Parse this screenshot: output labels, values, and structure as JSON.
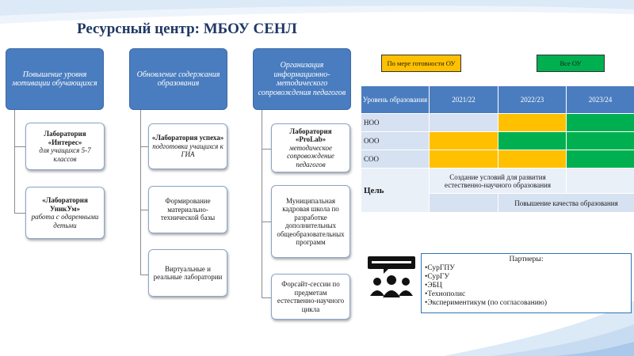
{
  "title": "Ресурсный центр: МБОУ СЕНЛ",
  "columns": [
    {
      "header": "Повышение уровня мотивации обучающихся",
      "items": [
        {
          "bold": "Лаборатория «Интерес»",
          "italic": "для учащихся 5-7 классов"
        },
        {
          "bold": "«Лаборатория УникУм»",
          "italic": "работа с одаренными детьми"
        }
      ]
    },
    {
      "header": "Обновление содержания образования",
      "items": [
        {
          "bold": "«Лаборатория успеха»",
          "italic": "подготовка учащихся к ГИА"
        },
        {
          "plain": "Формирование материально-технической базы"
        },
        {
          "plain": "Виртуальные и реальные лаборатории"
        }
      ]
    },
    {
      "header": "Организация информационно-методического сопровождения педагогов",
      "items": [
        {
          "bold": "Лаборатория «ProLab»",
          "italic": "методическое сопровождение педагогов"
        },
        {
          "plain": "Муниципальная кадровая школа по разработке дополнительных общеобразовательных программ"
        },
        {
          "plain": "Форсайт-сессии по предметам естественно-научного цикла"
        }
      ]
    }
  ],
  "legend": {
    "yellow_label": "По мере готовности ОУ",
    "green_label": "Все ОУ",
    "yellow_color": "#ffc000",
    "green_color": "#00b050"
  },
  "table": {
    "header_first": "Уровень образования",
    "years": [
      "2021/22",
      "2022/23",
      "2023/24"
    ],
    "rows": [
      {
        "label": "НОО",
        "cells": [
          "blue",
          "yellow",
          "green"
        ]
      },
      {
        "label": "ООО",
        "cells": [
          "yellow",
          "green",
          "green"
        ]
      },
      {
        "label": "СОО",
        "cells": [
          "yellow",
          "yellow",
          "green"
        ]
      }
    ],
    "goal_label": "Цель",
    "goal_1": "Создание условий для развития естественно-научного образования",
    "goal_2": "Повышение качества образования"
  },
  "partners": {
    "heading": "Партнеры:",
    "items": [
      "•СурГПУ",
      "•СурГУ",
      "•ЭБЦ",
      "•Технополис",
      "•Экспериментикум (по согласованию)"
    ]
  },
  "icons": {
    "partners": "people-discussion-icon"
  }
}
